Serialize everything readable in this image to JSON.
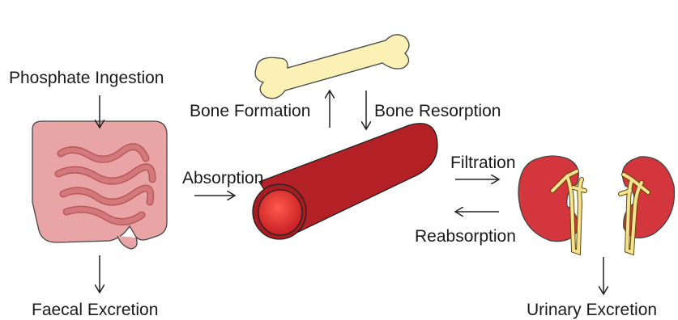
{
  "labels": {
    "phosphate_ingestion": "Phosphate Ingestion",
    "bone_formation": "Bone Formation",
    "bone_resorption": "Bone Resorption",
    "absorption": "Absorption",
    "filtration": "Filtration",
    "reabsorption": "Reabsorption",
    "faecal_excretion": "Faecal Excretion",
    "urinary_excretion": "Urinary Excretion"
  },
  "colors": {
    "intestine_fill": "#e9a5a6",
    "intestine_inner": "#d4797b",
    "bone_fill": "#fbf1b4",
    "vessel_fill": "#b32025",
    "vessel_opening": "#e02a2a",
    "kidney_fill": "#d3363c",
    "ureter_fill": "#f4e191"
  }
}
